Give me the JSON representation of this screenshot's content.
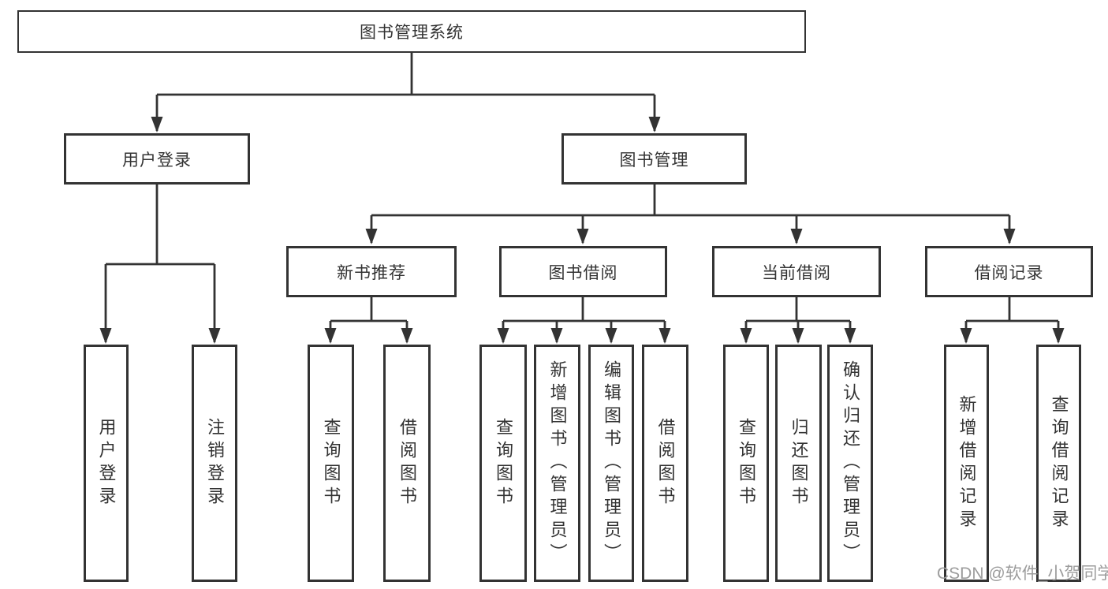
{
  "tree": {
    "root": {
      "label": "图书管理系统"
    },
    "children": [
      {
        "label": "用户登录",
        "children": [
          {
            "label": "用户登录"
          },
          {
            "label": "注销登录"
          }
        ]
      },
      {
        "label": "图书管理",
        "children": [
          {
            "label": "新书推荐",
            "children": [
              {
                "label": "查询图书"
              },
              {
                "label": "借阅图书"
              }
            ]
          },
          {
            "label": "图书借阅",
            "children": [
              {
                "label": "查询图书"
              },
              {
                "label": "新增图书（管理员）"
              },
              {
                "label": "编辑图书（管理员）"
              },
              {
                "label": "借阅图书"
              }
            ]
          },
          {
            "label": "当前借阅",
            "children": [
              {
                "label": "查询图书"
              },
              {
                "label": "归还图书"
              },
              {
                "label": "确认归还（管理员）"
              }
            ]
          },
          {
            "label": "借阅记录",
            "children": [
              {
                "label": "新增借阅记录"
              },
              {
                "label": "查询借阅记录"
              }
            ]
          }
        ]
      }
    ]
  },
  "watermark": {
    "text": "CSDN @软件_小贺同学"
  },
  "colors": {
    "line": "#333333",
    "box_border": "#333333",
    "text": "#333333",
    "watermark": "#9c9c9c",
    "background": "#ffffff"
  }
}
